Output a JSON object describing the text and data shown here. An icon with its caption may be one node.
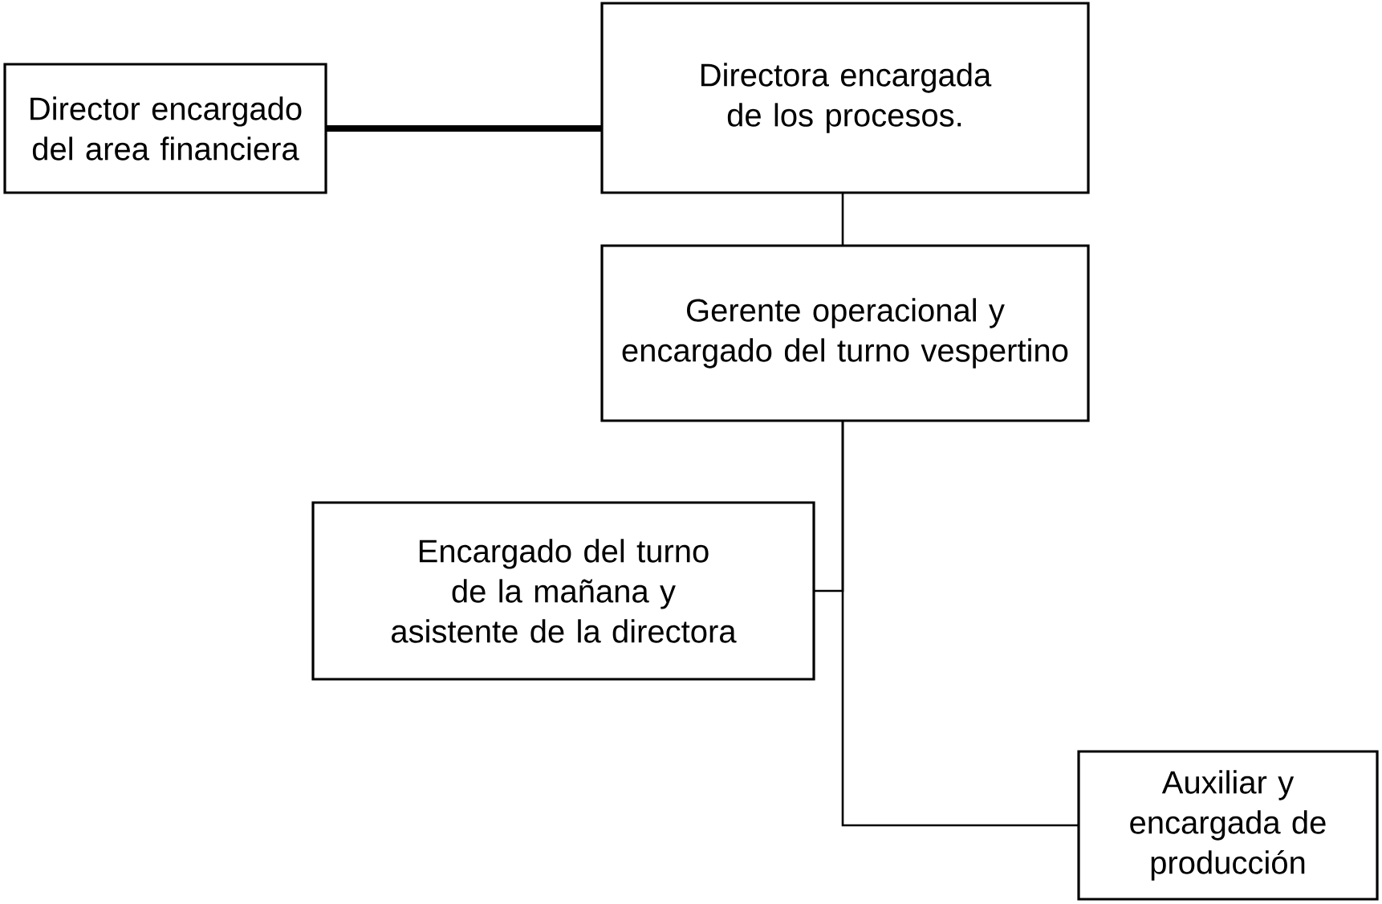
{
  "diagram": {
    "nodes": [
      {
        "text": [
          "Director encargado del area financiera"
        ]
      },
      {
        "text": [
          "Directora encargada de los procesos."
        ]
      },
      {
        "text": [
          "Gerente operacional y encargado del turno vespertino"
        ]
      },
      {
        "text": [
          "Encargado del turno de la mañana y asistente de la directora"
        ]
      },
      {
        "text": [
          "Auxiliar y encargada de producción"
        ]
      }
    ],
    "edges": [
      {
        "from": 0,
        "to": 1,
        "arrow": "none",
        "style": "thick"
      },
      {
        "from": 1,
        "to": 2,
        "arrow": "none"
      },
      {
        "from": 2,
        "to": 3,
        "arrow": "none"
      },
      {
        "from": 2,
        "to": 4,
        "arrow": "none"
      }
    ]
  }
}
